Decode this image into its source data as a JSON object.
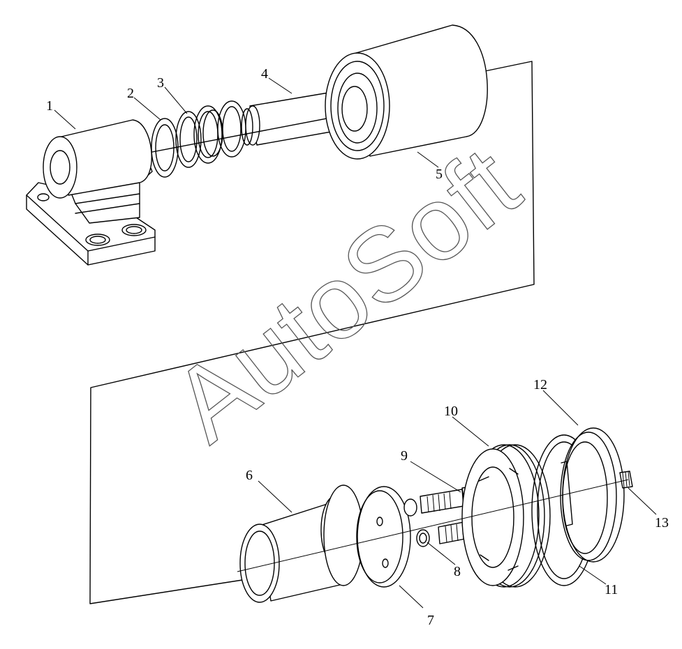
{
  "callouts": [
    {
      "id": "1",
      "label": "1"
    },
    {
      "id": "2",
      "label": "2"
    },
    {
      "id": "3",
      "label": "3"
    },
    {
      "id": "4",
      "label": "4"
    },
    {
      "id": "5",
      "label": "5"
    },
    {
      "id": "6",
      "label": "6"
    },
    {
      "id": "7",
      "label": "7"
    },
    {
      "id": "8",
      "label": "8"
    },
    {
      "id": "9",
      "label": "9"
    },
    {
      "id": "10",
      "label": "10"
    },
    {
      "id": "11",
      "label": "11"
    },
    {
      "id": "12",
      "label": "12"
    },
    {
      "id": "13",
      "label": "13"
    }
  ],
  "watermark": "AutoSoft",
  "colors": {
    "line": "#000000",
    "background": "#ffffff"
  }
}
